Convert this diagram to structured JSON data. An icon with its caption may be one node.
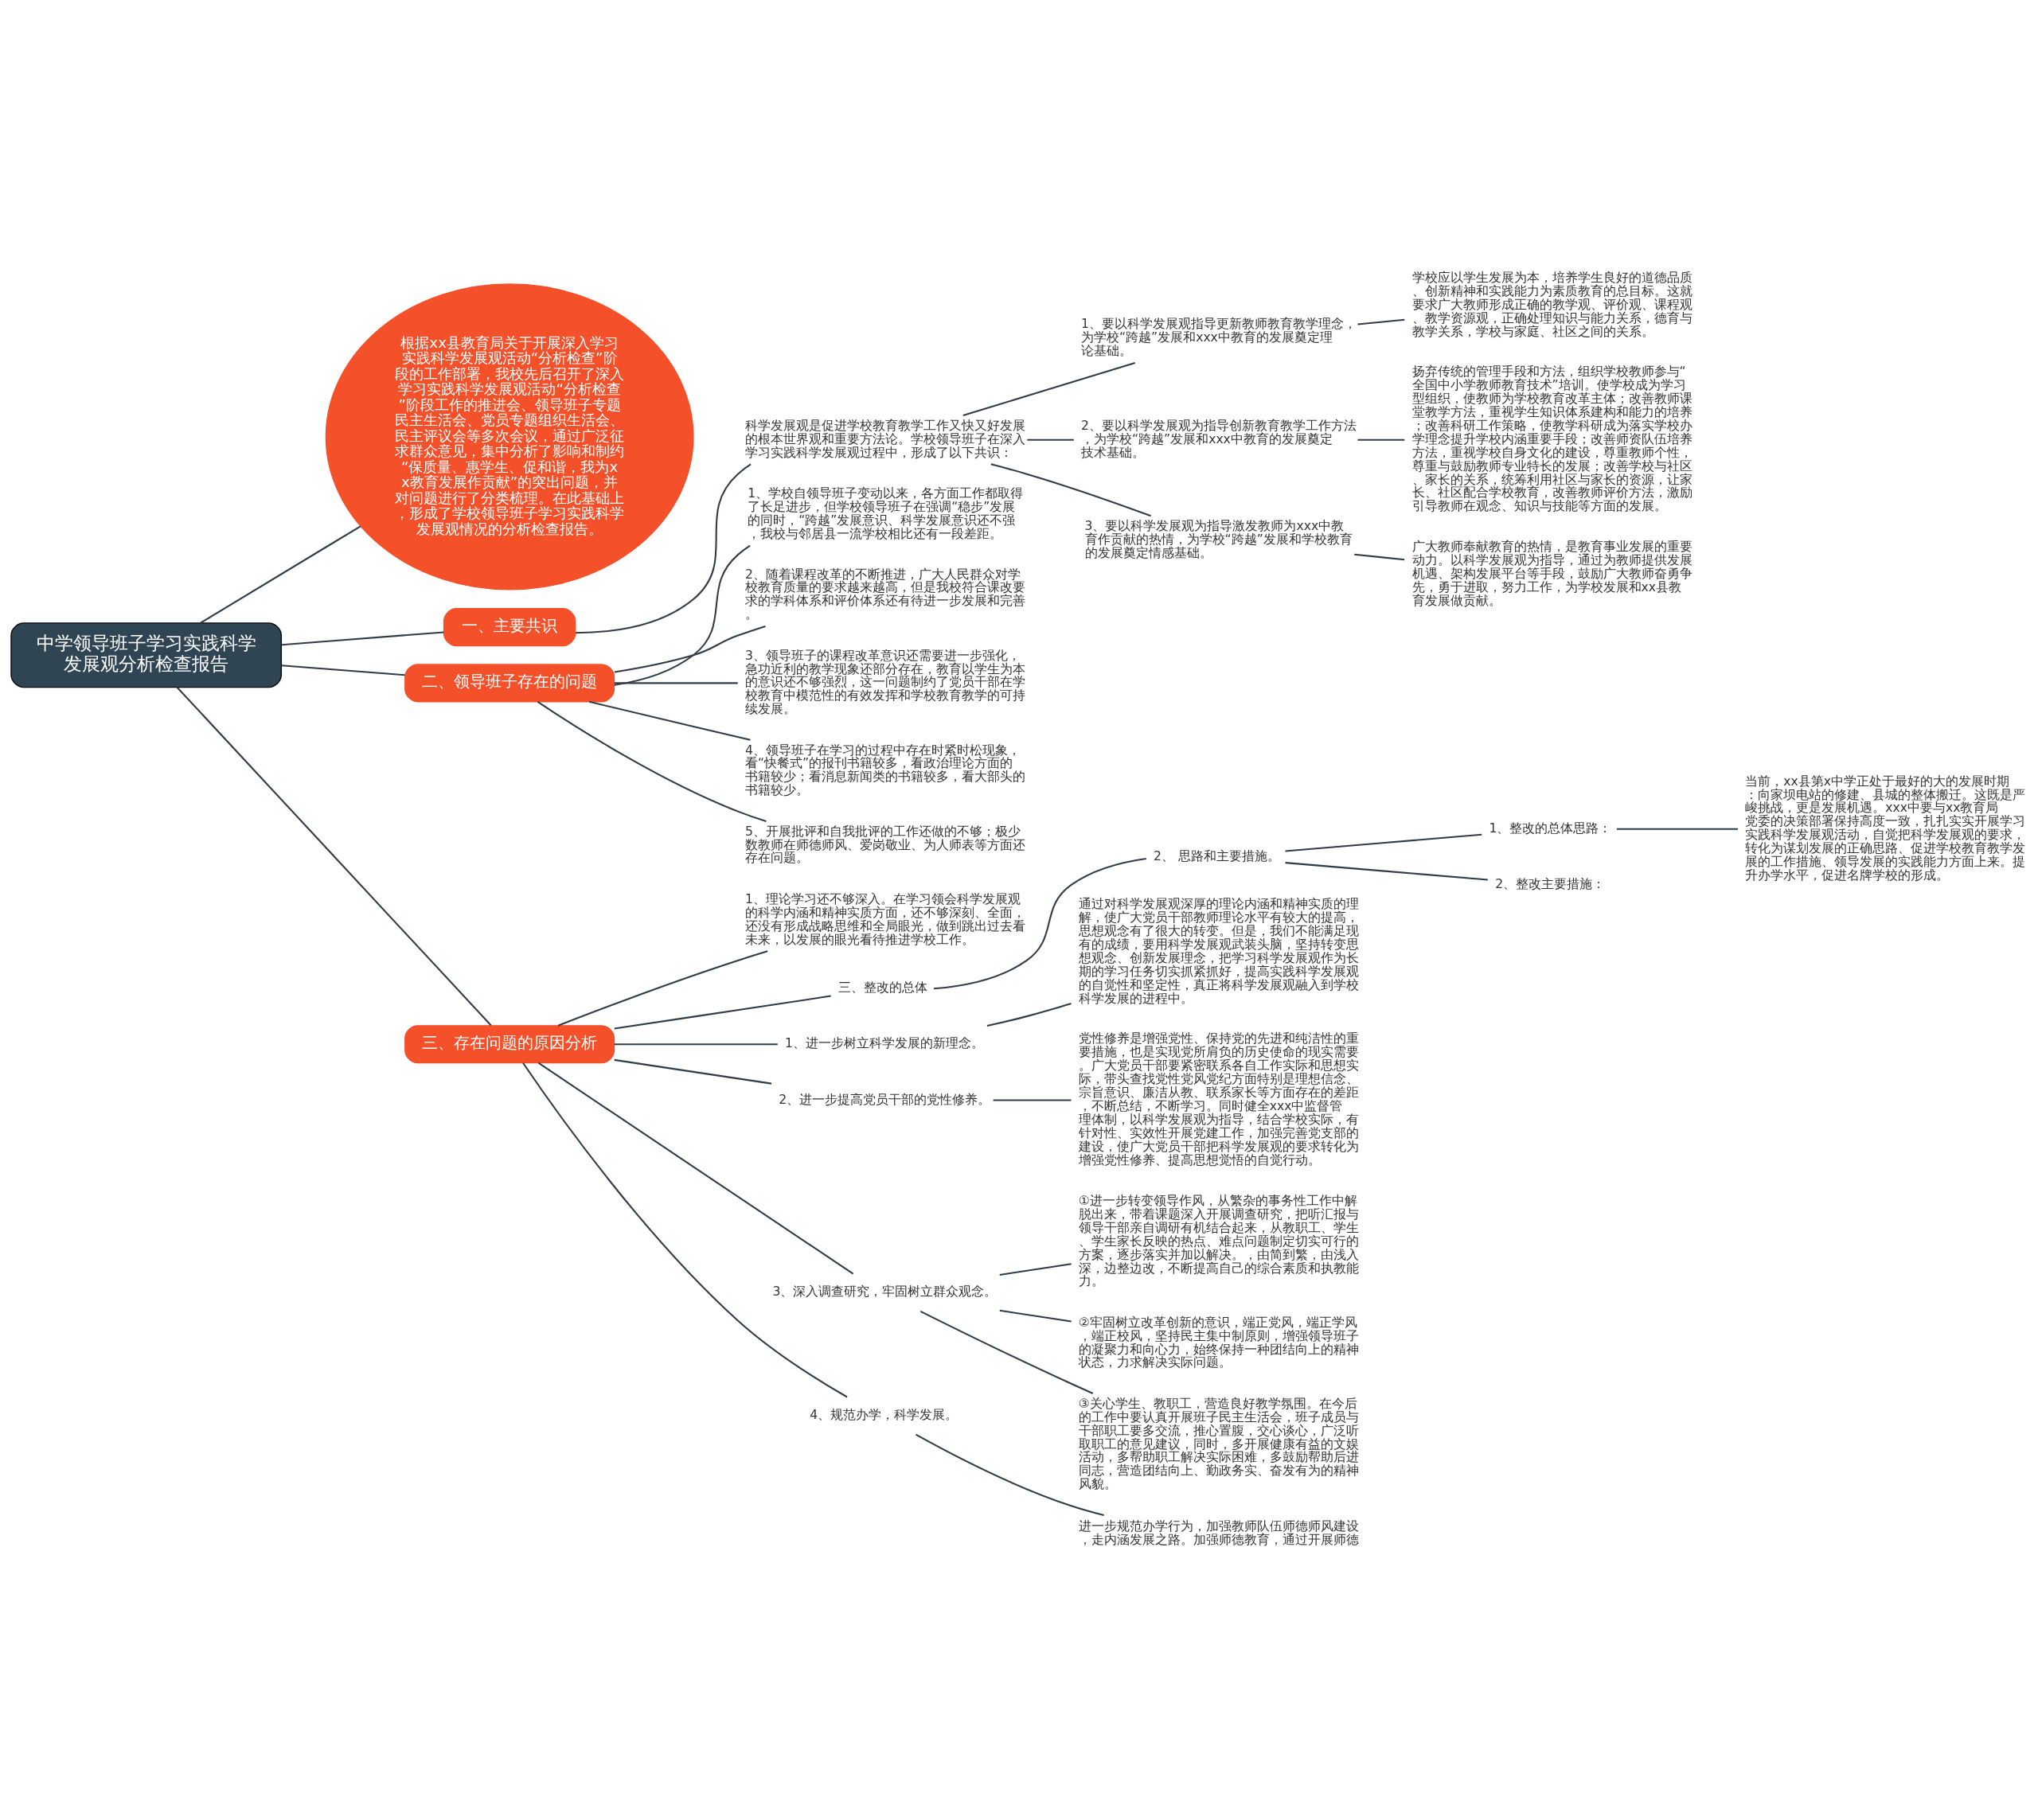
{
  "diagram": {
    "nodes": [
      {
        "text": [
          "中学领导班子学习实践科学发展观分析检查报告"
        ]
      },
      {
        "text": [
          "根据xx县教育局关于开展深入学习实践科学发展观活动“分析检查”阶段的工作部署，我校先后召开了深入学习实践科学发展观活动“分析检查”阶段工作的推进会、领导班子专题民主生活会、党员专题组织生活会、民主评议会等多次会议，通过广泛征求群众意见，集中分析了影响和制约“保质量、惠学生、促和谐，我为xx教育发展作贡献”的突出问题，并对问题进行了分类梳理。在此基础上，形成了学校领导班子学习实践科学发展观情况的分析检查报告。"
        ]
      },
      {
        "text": [
          "一、主要共识"
        ]
      },
      {
        "text": [
          "科学发展观是促进学校教育教学工作又快又好发展的根本世界观和重要方法论。学校领导班子在深入学习实践科学发展观过程中，形成了以下共识："
        ]
      },
      {
        "text": [
          "1、要以科学发展观指导更新教师教育教学理念，为学校“跨越”发展和xxx中教育的发展奠定理论基础。"
        ]
      },
      {
        "text": [
          "学校应以学生发展为本，培养学生良好的道德品质、创新精神和实践能力为素质教育的总目标。这就要求广大教师形成正确的教学观、评价观、课程观、教学资源观，正确处理知识与能力关系，德育与教学关系，学校与家庭、社区之间的关系。"
        ]
      },
      {
        "text": [
          "2、要以科学发展观为指导创新教育教学工作方法，为学校“跨越”发展和xxx中教育的发展奠定技术基础。"
        ]
      },
      {
        "text": [
          "扬弃传统的管理手段和方法，组织学校教师参与“全国中小学教师教育技术”培训。使学校成为学习型组织，使教师为学校教育改革主体；改善教师课堂教学方法，重视学生知识体系建构和能力的培养；改善科研工作策略，使教学科研成为落实学校办学理念提升学校内涵重要手段；改善师资队伍培养方法，重视学校自身文化的建设，尊重教师个性，尊重与鼓励教师专业特长的发展；改善学校与社区、家长的关系，统筹利用社区与家长的资源，让家长、社区配合学校教育，改善教师评价方法，激励引导教师在观念、知识与技能等方面的发展。"
        ]
      },
      {
        "text": [
          "3、要以科学发展观为指导激发教师为xxx中教育作贡献的热情，为学校“跨越”发展和学校教育的发展奠定情感基础。"
        ]
      },
      {
        "text": [
          "广大教师奉献教育的热情，是教育事业发展的重要动力。以科学发展观为指导，通过为教师提供发展机遇、架构发展平台等手段，鼓励广大教师奋勇争先，勇于进取，努力工作，为学校发展和xx县教育发展做贡献。"
        ]
      },
      {
        "text": [
          "二、领导班子存在的问题"
        ]
      },
      {
        "text": [
          "1、学校自领导班子变动以来，各方面工作都取得了长足进步，但学校领导班子在强调“稳步”发展的同时，“跨越”发展意识、科学发展意识还不强，我校与邻居县一流学校相比还有一段差距。"
        ]
      },
      {
        "text": [
          "2、随着课程改革的不断推进，广大人民群众对学校教育质量的要求越来越高，但是我校符合课改要求的学科体系和评价体系还有待进一步发展和完善。"
        ]
      },
      {
        "text": [
          "3、领导班子的课程改革意识还需要进一步强化，急功近利的教学现象还部分存在，教育以学生为本的意识还不够强烈，这一问题制约了党员干部在学校教育中模范性的有效发挥和学校教育教学的可持续发展。"
        ]
      },
      {
        "text": [
          "4、领导班子在学习的过程中存在时紧时松现象，看“快餐式”的报刊书籍较多，看政治理论方面的书籍较少；看消息新闻类的书籍较多，看大部头的书籍较少。"
        ]
      },
      {
        "text": [
          "5、开展批评和自我批评的工作还做的不够；极少数教师在师德师风、爱岗敬业、为人师表等方面还存在问题。"
        ]
      },
      {
        "text": [
          "三、存在问题的原因分析"
        ]
      },
      {
        "text": [
          "1、理论学习还不够深入。在学习领会科学发展观的科学内涵和精神实质方面，还不够深刻、全面，还没有形成战略思维和全局眼光，做到跳出过去看未来，以发展的眼光看待推进学校工作。"
        ]
      },
      {
        "text": [
          "三、整改的总体"
        ]
      },
      {
        "text": [
          "2、 思路和主要措施。"
        ]
      },
      {
        "text": [
          "1、整改的总体思路："
        ]
      },
      {
        "text": [
          "当前，xx县第x中学正处于最好的大的发展时期：向家坝电站的修建、县城的整体搬迁。这既是严峻挑战，更是发展机遇。xxx中要与xx教育局党委的决策部署保持高度一致，扎扎实实开展学习实践科学发展观活动，自觉把科学发展观的要求，转化为谋划发展的正确思路、促进学校教育教学发展的工作措施、领导发展的实践能力方面上来。提升办学水平，促进名牌学校的形成。"
        ]
      },
      {
        "text": [
          "2、整改主要措施："
        ]
      },
      {
        "text": [
          "1、进一步树立科学发展的新理念。"
        ]
      },
      {
        "text": [
          "通过对科学发展观深厚的理论内涵和精神实质的理解，使广大党员干部教师理论水平有较大的提高，思想观念有了很大的转变。但是，我们不能满足现有的成绩，要用科学发展观武装头脑，坚持转变思想观念、创新发展理念，把学习科学发展观作为长期的学习任务切实抓紧抓好，提高实践科学发展观的自觉性和坚定性，真正将科学发展观融入到学校科学发展的进程中。"
        ]
      },
      {
        "text": [
          "2、进一步提高党员干部的党性修养。"
        ]
      },
      {
        "text": [
          "党性修养是增强党性、保持党的先进和纯洁性的重要措施，也是实现党所肩负的历史使命的现实需要。广大党员干部要紧密联系各自工作实际和思想实际，带头查找党性党风党纪方面特别是理想信念、宗旨意识、廉洁从教、联系家长等方面存在的差距，不断总结，不断学习。同时健全xxx中监督管理体制，以科学发展观为指导，结合学校实际，有针对性、实效性开展党建工作，加强完善党支部的建设，使广大党员干部把科学发展观的要求转化为增强党性修养、提高思想觉悟的自觉行动。"
        ]
      },
      {
        "text": [
          "3、深入调查研究，牢固树立群众观念。"
        ]
      },
      {
        "text": [
          "①进一步转变领导作风，从繁杂的事务性工作中解脱出来，带着课题深入开展调查研究，把听汇报与领导干部亲自调研有机结合起来，从教职工、学生、学生家长反映的热点、难点问题制定切实可行的方案，逐步落实并加以解决。，由简到繁，由浅入深，边整边改，不断提高自己的综合素质和执教能力。"
        ]
      },
      {
        "text": [
          "②牢固树立改革创新的意识，端正党风，端正学风，端正校风，坚持民主集中制原则，增强领导班子的凝聚力和向心力，始终保持一种团结向上的精神状态，力求解决实际问题。"
        ]
      },
      {
        "text": [
          "③关心学生、教职工，营造良好教学氛围。在今后的工作中要认真开展班子民主生活会，班子成员与干部职工要多交流，推心置腹，交心谈心，广泛听取职工的意见建议，同时，多开展健康有益的文娱活动，多帮助职工解决实际困难，多鼓励帮助后进同志，营造团结向上、勤政务实、奋发有为的精神风貌。"
        ]
      },
      {
        "text": [
          "4、规范办学，科学发展。"
        ]
      },
      {
        "text": [
          "进一步规范办学行为，加强教师队伍师德师风建设，走内涵发展之路。加强师德教育，通过开展师德"
        ]
      }
    ],
    "edges": [
      {
        "from": 0,
        "to": 1,
        "arrow": "none"
      },
      {
        "from": 0,
        "to": 2,
        "arrow": "none"
      },
      {
        "from": 2,
        "to": 3,
        "arrow": "none"
      },
      {
        "from": 3,
        "to": 4,
        "arrow": "none"
      },
      {
        "from": 4,
        "to": 5,
        "arrow": "none"
      },
      {
        "from": 3,
        "to": 6,
        "arrow": "none"
      },
      {
        "from": 6,
        "to": 7,
        "arrow": "none"
      },
      {
        "from": 3,
        "to": 8,
        "arrow": "none"
      },
      {
        "from": 8,
        "to": 9,
        "arrow": "none"
      },
      {
        "from": 0,
        "to": 10,
        "arrow": "none"
      },
      {
        "from": 10,
        "to": 11,
        "arrow": "none"
      },
      {
        "from": 10,
        "to": 12,
        "arrow": "none"
      },
      {
        "from": 10,
        "to": 13,
        "arrow": "none"
      },
      {
        "from": 10,
        "to": 14,
        "arrow": "none"
      },
      {
        "from": 10,
        "to": 15,
        "arrow": "none"
      },
      {
        "from": 0,
        "to": 16,
        "arrow": "none"
      },
      {
        "from": 16,
        "to": 17,
        "arrow": "none"
      },
      {
        "from": 16,
        "to": 18,
        "arrow": "none"
      },
      {
        "from": 18,
        "to": 19,
        "arrow": "none"
      },
      {
        "from": 19,
        "to": 20,
        "arrow": "none"
      },
      {
        "from": 20,
        "to": 21,
        "arrow": "none"
      },
      {
        "from": 19,
        "to": 22,
        "arrow": "none"
      },
      {
        "from": 16,
        "to": 23,
        "arrow": "none"
      },
      {
        "from": 23,
        "to": 24,
        "arrow": "none"
      },
      {
        "from": 16,
        "to": 25,
        "arrow": "none"
      },
      {
        "from": 25,
        "to": 26,
        "arrow": "none"
      },
      {
        "from": 16,
        "to": 27,
        "arrow": "none"
      },
      {
        "from": 27,
        "to": 28,
        "arrow": "none"
      },
      {
        "from": 27,
        "to": 29,
        "arrow": "none"
      },
      {
        "from": 27,
        "to": 30,
        "arrow": "none"
      },
      {
        "from": 16,
        "to": 31,
        "arrow": "none"
      },
      {
        "from": 31,
        "to": 32,
        "arrow": "none"
      }
    ]
  }
}
